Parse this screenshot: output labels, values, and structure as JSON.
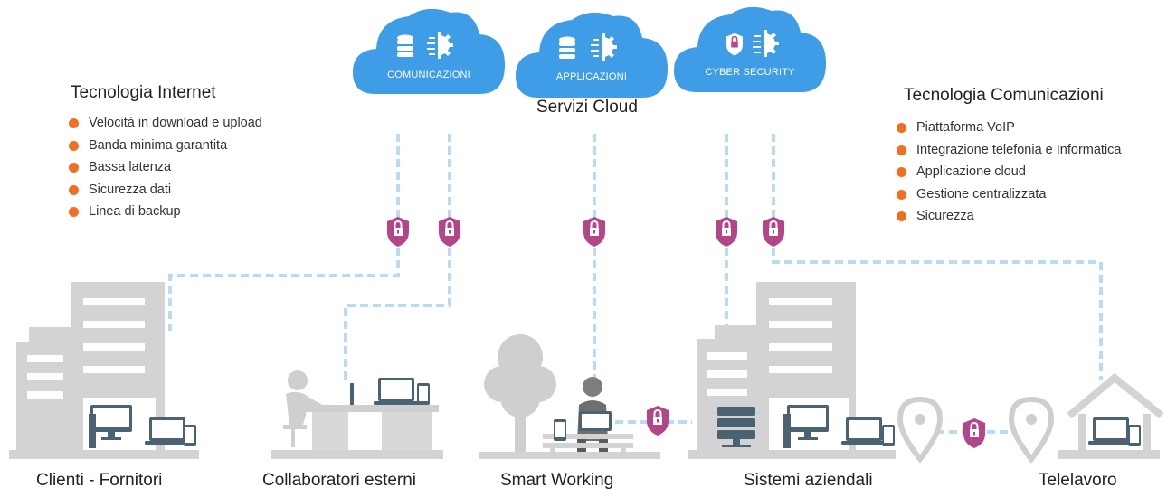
{
  "colors": {
    "cloud": "#3f9ce6",
    "line": "#b9dcf3",
    "lock": "#b34689",
    "bullet": "#f26f21",
    "building": "#d3d3d3",
    "device": "#4a6272"
  },
  "clouds": [
    {
      "label": "COMUNICAZIONI",
      "icons": [
        "database-icon",
        "gear-icon"
      ]
    },
    {
      "label": "APPLICAZIONI",
      "icons": [
        "database-icon",
        "gear-icon"
      ]
    },
    {
      "label": "CYBER SECURITY",
      "icons": [
        "shield-lock-icon",
        "gear-icon"
      ]
    }
  ],
  "cloud_caption": "Servizi Cloud",
  "left_panel": {
    "title": "Tecnologia Internet",
    "items": [
      "Velocità in download e upload",
      "Banda minima garantita",
      "Bassa latenza",
      "Sicurezza dati",
      "Linea di backup"
    ]
  },
  "right_panel": {
    "title": "Tecnologia Comunicazioni",
    "items": [
      "Piattaforma VoIP",
      "Integrazione telefonia e Informatica",
      "Applicazione cloud",
      "Gestione centralizzata",
      "Sicurezza"
    ]
  },
  "bottom_labels": [
    "Clienti - Fornitori",
    "Collaboratori esterni",
    "Smart Working",
    "Sistemi aziendali",
    "Telelavoro"
  ]
}
